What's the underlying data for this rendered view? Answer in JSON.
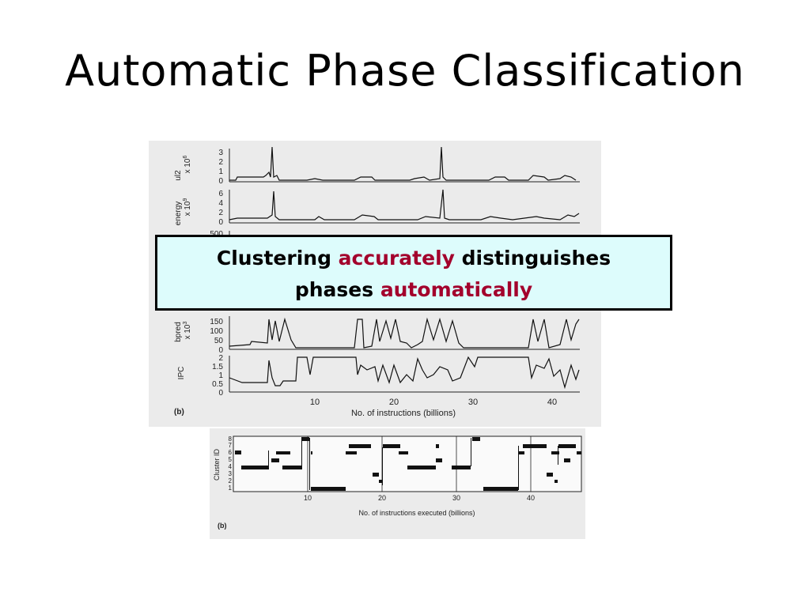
{
  "slide": {
    "title": "Automatic Phase Classification",
    "callout": {
      "part1": "Clustering ",
      "highlight1": "accurately",
      "part2": " distinguishes",
      "part3": "phases ",
      "highlight2": "automatically",
      "highlight_color": "#a3002c",
      "background": "#ddfcfc"
    }
  },
  "figure_top": {
    "panel_label": "(b)",
    "xlabel": "No. of instructions (billions)",
    "x_ticks": [
      "10",
      "20",
      "30",
      "40"
    ],
    "panels": [
      {
        "ylabel": [
          "ul2",
          "x 10^6"
        ],
        "ticks": [
          "3",
          "2",
          "1",
          "0"
        ]
      },
      {
        "ylabel": [
          "energy",
          "x 10^9"
        ],
        "ticks": [
          "6",
          "4",
          "2",
          "0"
        ]
      },
      {
        "ylabel": [],
        "ticks": [
          "500"
        ]
      },
      {
        "ylabel": [
          "bpred",
          "x 10^3"
        ],
        "ticks": [
          "150",
          "100",
          "50",
          "0"
        ]
      },
      {
        "ylabel": [
          "IPC"
        ],
        "ticks": [
          "2",
          "1.5",
          "1",
          "0.5",
          "0"
        ]
      }
    ]
  },
  "figure_bottom": {
    "panel_label": "(b)",
    "ylabel": "Cluster ID",
    "xlabel": "No. of instructions executed (billions)",
    "y_ticks": [
      "8",
      "7",
      "6",
      "5",
      "4",
      "3",
      "2",
      "1"
    ],
    "x_ticks": [
      "10",
      "20",
      "30",
      "40"
    ]
  }
}
